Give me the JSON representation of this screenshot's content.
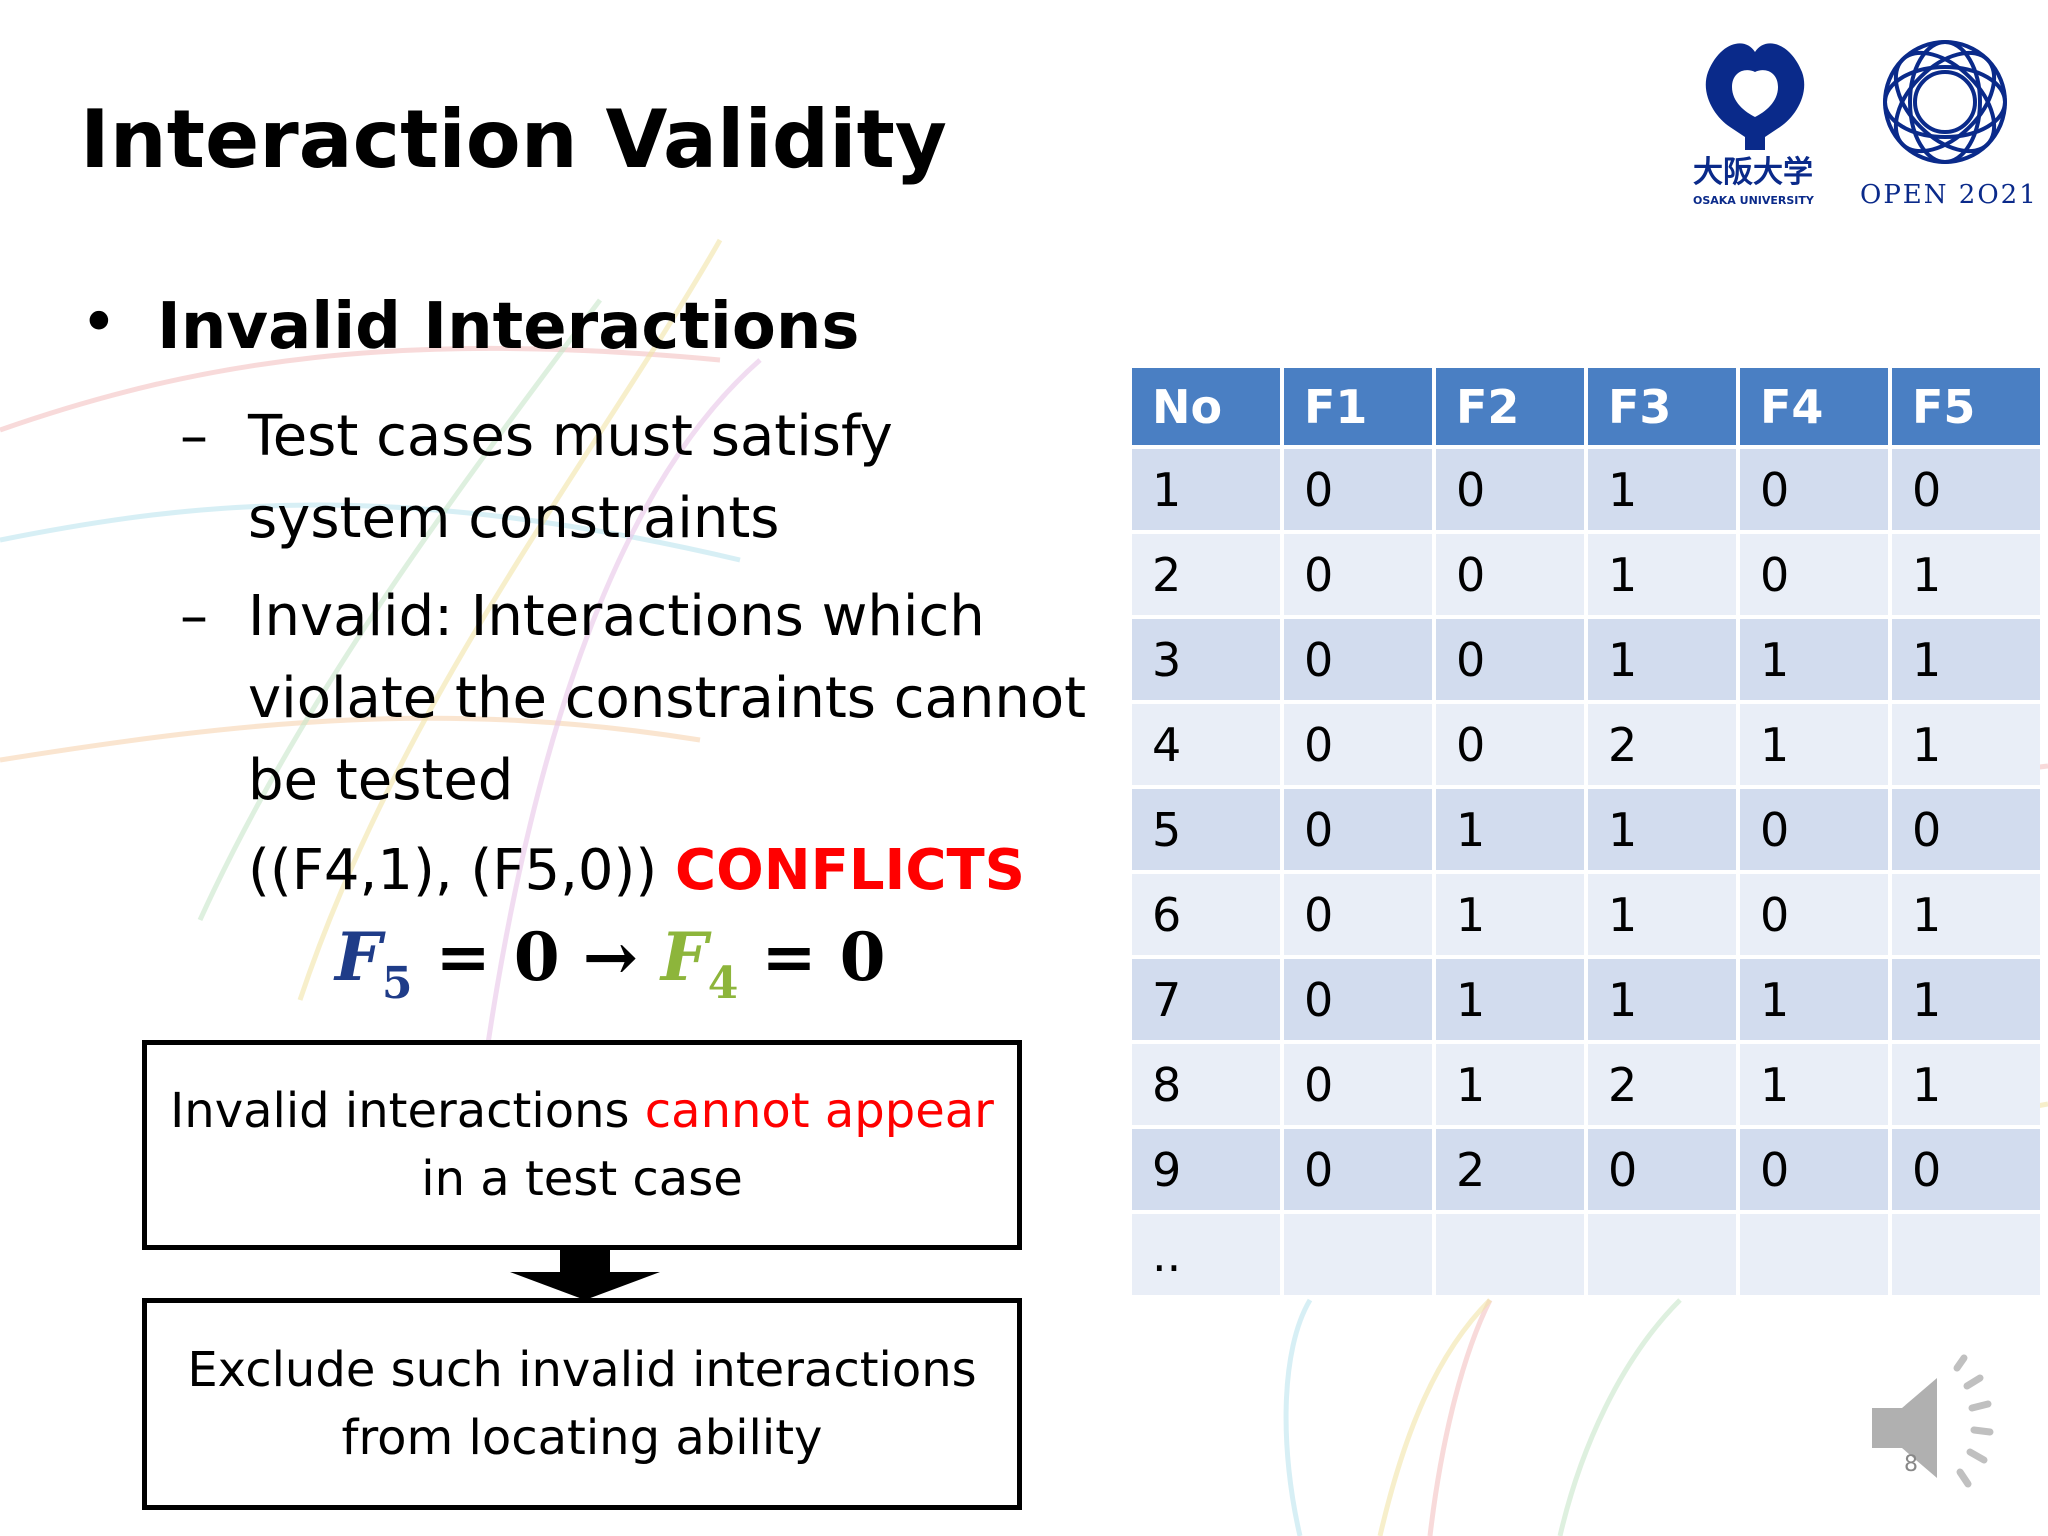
{
  "slide": {
    "title": "Interaction Validity",
    "page_number": "8"
  },
  "logos": {
    "osaka_jp": "大阪大学",
    "osaka_en": "OSAKA UNIVERSITY",
    "open": "OPEN 2O21"
  },
  "bullets": {
    "main": "Invalid Interactions",
    "sub1": "Test cases must satisfy system constraints",
    "sub2": "Invalid: Interactions which violate the constraints cannot be tested"
  },
  "conflict": {
    "pair": "((F4,1), (F5,0)) ",
    "label": "CONFLICTS"
  },
  "formula": {
    "lhs_var": "F",
    "lhs_idx": "5",
    "lhs_val": " = 0 → ",
    "rhs_var": "F",
    "rhs_idx": "4",
    "rhs_val": " = 0"
  },
  "box1": {
    "text_before": "Invalid interactions ",
    "highlight": "cannot appear",
    "line2": "in a test case"
  },
  "box2": {
    "line1": "Exclude such invalid interactions",
    "line2": "from locating ability"
  },
  "table": {
    "headers": [
      "No",
      "F1",
      "F2",
      "F3",
      "F4",
      "F5"
    ],
    "rows": [
      [
        "1",
        "0",
        "0",
        "1",
        "0",
        "0"
      ],
      [
        "2",
        "0",
        "0",
        "1",
        "0",
        "1"
      ],
      [
        "3",
        "0",
        "0",
        "1",
        "1",
        "1"
      ],
      [
        "4",
        "0",
        "0",
        "2",
        "1",
        "1"
      ],
      [
        "5",
        "0",
        "1",
        "1",
        "0",
        "0"
      ],
      [
        "6",
        "0",
        "1",
        "1",
        "0",
        "1"
      ],
      [
        "7",
        "0",
        "1",
        "1",
        "1",
        "1"
      ],
      [
        "8",
        "0",
        "1",
        "2",
        "1",
        "1"
      ],
      [
        "9",
        "0",
        "2",
        "0",
        "0",
        "0"
      ],
      [
        "..",
        "",
        "",
        "",
        "",
        ""
      ]
    ]
  },
  "colors": {
    "header_blue": "#4a7fc3",
    "row_dark": "#d2dcee",
    "row_light": "#e9eef7",
    "conflict_red": "#ff0000",
    "f5_blue": "#1f3c88",
    "f4_green": "#8db53b",
    "logo_navy": "#0a2a8a"
  },
  "icons": {
    "speaker": "speaker-icon"
  }
}
